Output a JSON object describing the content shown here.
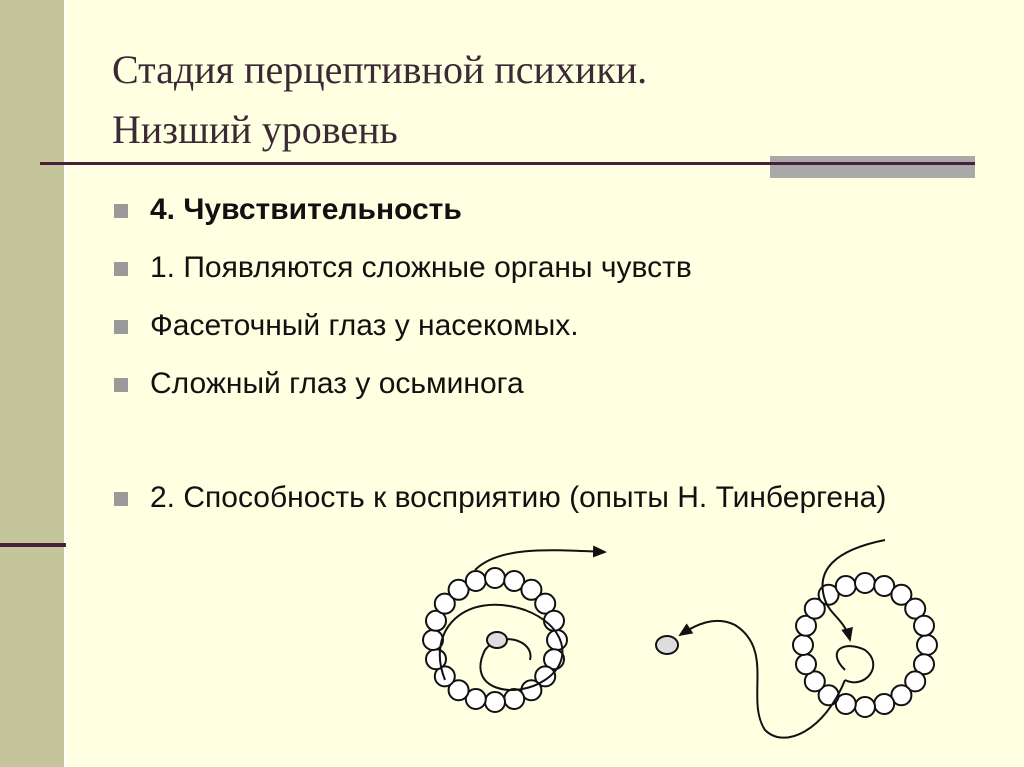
{
  "slide": {
    "title_line1": "Стадия перцептивной психики.",
    "title_line2": "Низший уровень"
  },
  "bullets": [
    {
      "text": "4. Чувствительность"
    },
    {
      "text": "1. Появляются сложные органы чувств"
    },
    {
      "text": "Фасеточный глаз у насекомых."
    },
    {
      "text": "Сложный глаз у осьминога"
    },
    {
      "text": "2. Способность к восприятию (опыты Н. Тинбергена)"
    }
  ],
  "colors": {
    "background": "#ffffe1",
    "left_strip": "#c5c59c",
    "rule": "#4a1f3a",
    "accent_gray": "#a9a9a9",
    "bullet_marker": "#9a9a9a"
  }
}
